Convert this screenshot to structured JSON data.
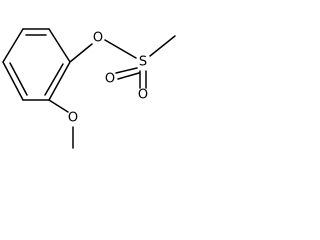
{
  "molecule": {
    "atoms": {
      "ester_oxygen": "O",
      "sulfur": "S",
      "sulfonyl_oxygen_1": "O",
      "sulfonyl_oxygen_2": "O",
      "methoxy_oxygen": "O"
    }
  }
}
